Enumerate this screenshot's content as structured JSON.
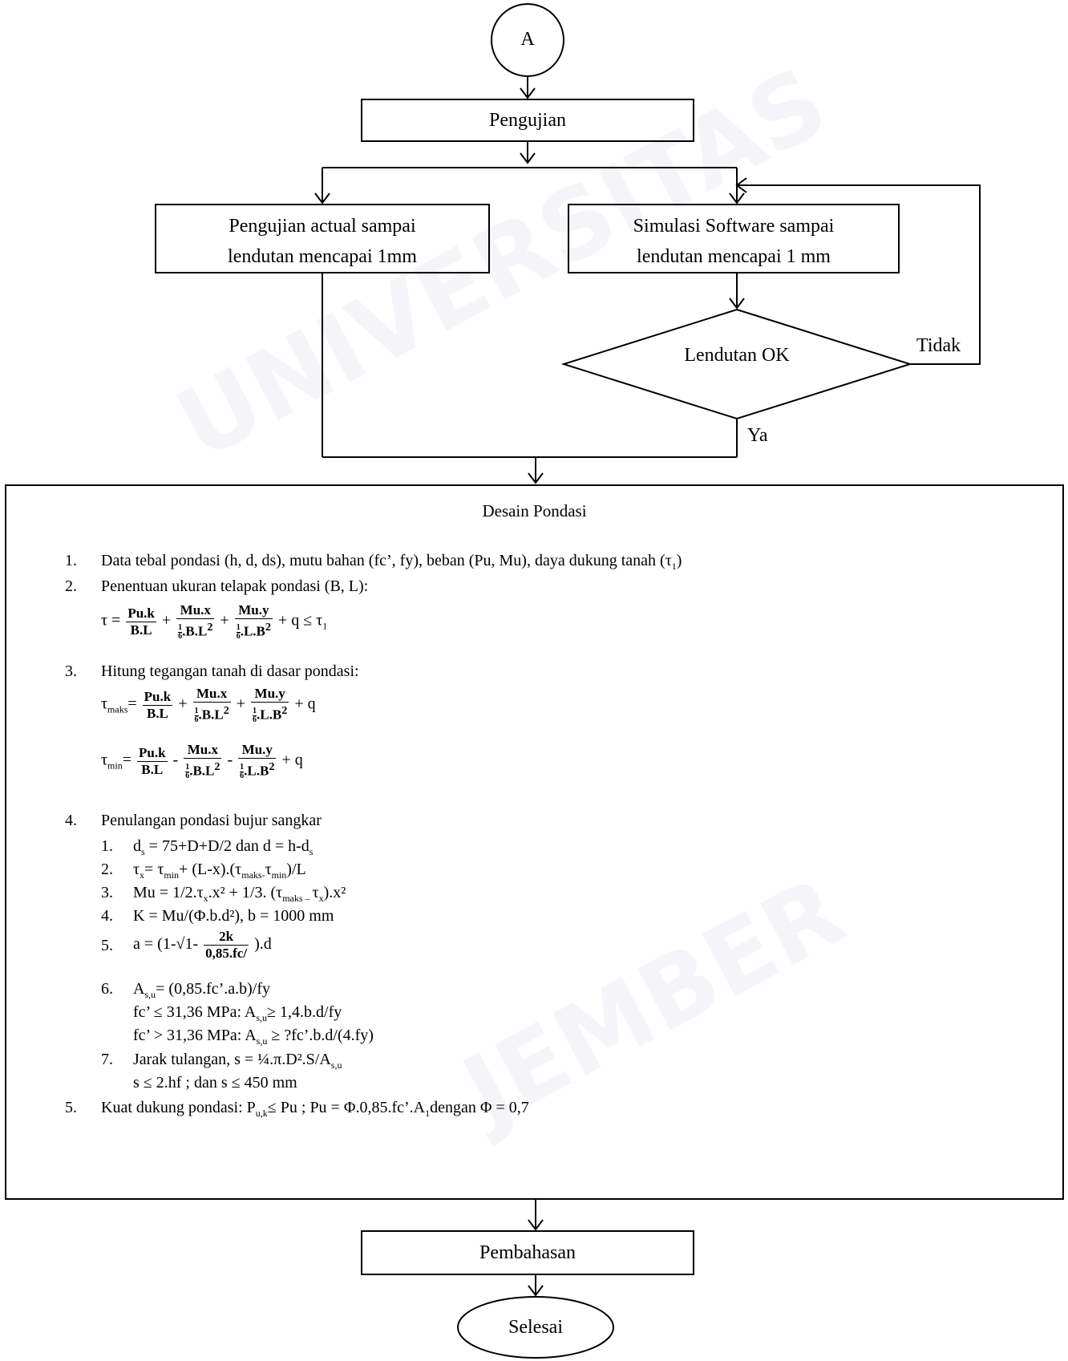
{
  "nodes": {
    "start": "A",
    "pengujian": "Pengujian",
    "actual_line1": "Pengujian actual sampai",
    "actual_line2": "lendutan mencapai 1mm",
    "sim_line1": "Simulasi Software sampai",
    "sim_line2": "lendutan mencapai 1 mm",
    "decision": "Lendutan OK",
    "design_title": "Desain Pondasi",
    "pembahasan": "Pembahasan",
    "end": "Selesai"
  },
  "edges": {
    "tidak": "Tidak",
    "ya": "Ya"
  },
  "design_steps": {
    "s1_num": "1.",
    "s1_text": "Data tebal pondasi (h, d, ds), mutu bahan (fc’, fy), beban (Pu, Mu), daya dukung tanah (τ",
    "s1_sub": "1",
    "s1_end": ")",
    "s2_num": "2.",
    "s2_text": "Penentuan ukuran telapak pondasi (B, L):",
    "s3_num": "3.",
    "s3_text": "Hitung tegangan tanah di dasar pondasi:",
    "s4_num": "4.",
    "s4_text": "Penulangan pondasi bujur sangkar",
    "s5_num": "5.",
    "formula": {
      "pu_k": "Pu.k",
      "b_l": "B.L",
      "mu_x": "Mu.x",
      "mu_y": "Mu.y",
      "bl2": "B.L",
      "lb2": "L.B",
      "sq": "2",
      "one": "1",
      "six": "6",
      "tau": "τ =",
      "tau_maks": "τ",
      "maks": "maks",
      "min": "min",
      "plus_q_le": "+ q ≤ τ",
      "plus_q": "+ q",
      "sub1": "1"
    },
    "sub_items": {
      "n1": "1.",
      "n2": "2.",
      "n3": "3.",
      "n4": "4.",
      "n5": "5.",
      "n6": "6.",
      "n7": "7.",
      "i1": "d",
      "i1_s": "s",
      "i1_b": " = 75+D+D/2 dan d = h-d",
      "i1_s2": "s",
      "i2_a": "τ",
      "i2_x": "x",
      "i2_b": "= τ",
      "i2_min": "min",
      "i2_c": "+ (L-x).(τ",
      "i2_maks": "maks-",
      "i2_d": "τ",
      "i2_min2": "min",
      "i2_e": ")/L",
      "i3_a": "Mu = 1/2.τ",
      "i3_x": "x",
      "i3_b": ".x² + 1/3. (τ",
      "i3_maks": "maks – ",
      "i3_c": "τ",
      "i3_x2": "x",
      "i3_d": ").x²",
      "i4": "K = Mu/(Φ.b.d²), b = 1000 mm",
      "i5_a": "a = (1-√1-",
      "i5_top": "2k",
      "i5_bot": "0,85.fc/",
      "i5_b": ").d",
      "i6_a": "A",
      "i6_s": "s,u",
      "i6_b": "= (0,85.fc’.a.b)/fy",
      "i6_l2a": "fc’ ≤ 31,36 MPa: A",
      "i6_l2s": "s,u",
      "i6_l2b": "≥ 1,4.b.d/fy",
      "i6_l3a": "fc’ > 31,36 MPa: A",
      "i6_l3s": "s,u",
      "i6_l3b": " ≥ ?fc’.b.d/(4.fy)",
      "i7_a": "Jarak tulangan, s = ¼.π.D².S/A",
      "i7_s": "s,u",
      "i7_l2": "s ≤ 2.hf ; dan s ≤ 450 mm"
    },
    "s5_a": "Kuat dukung pondasi: P",
    "s5_s": "u,k",
    "s5_b": "≤ Pu ; Pu = Φ.0,85.fc’.A",
    "s5_s2": "1",
    "s5_c": "dengan Φ = 0,7"
  },
  "watermark": {
    "line1": "UNIVERSITAS",
    "line2": "JEMBER"
  }
}
